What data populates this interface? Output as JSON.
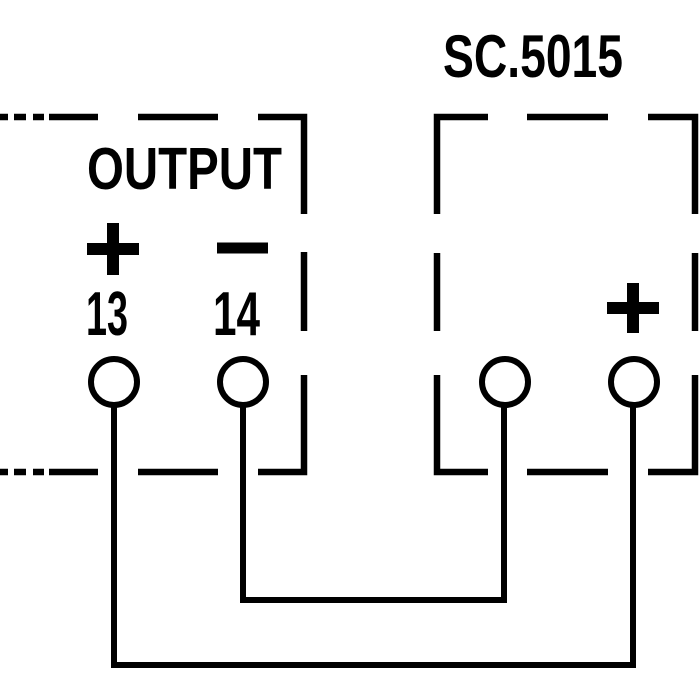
{
  "canvas": {
    "background": "#ffffff",
    "ink": "#000000"
  },
  "diagram": {
    "model_label": "SC.5015",
    "output_device": {
      "label": "OUTPUT",
      "edge_style": "dashed",
      "note": "device outline continues beyond left image edge",
      "terminals": [
        {
          "number": "13",
          "polarity": "+"
        },
        {
          "number": "14",
          "polarity": "−"
        }
      ]
    },
    "sc5015_device": {
      "edge_style": "dashed",
      "terminals": [
        {
          "number": "",
          "polarity": ""
        },
        {
          "number": "",
          "polarity": "+"
        }
      ]
    },
    "connections": [
      {
        "from": "OUTPUT terminal 13 (+)",
        "to": "SC.5015 right terminal (+)"
      },
      {
        "from": "OUTPUT terminal 14 (−)",
        "to": "SC.5015 left terminal"
      }
    ]
  }
}
